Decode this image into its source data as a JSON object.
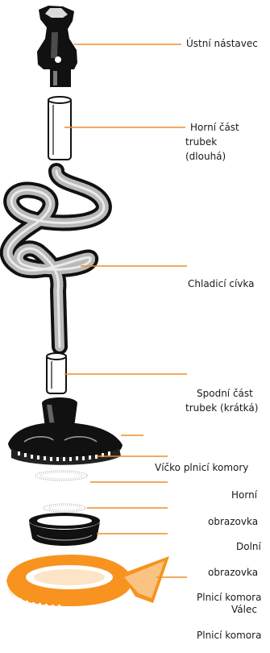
{
  "labels": {
    "mouthpiece": "Ústní nástavec",
    "upper_tube": [
      "Horní část",
      "trubek",
      "(dlouhá)"
    ],
    "cooling_coil": "Chladicí cívka",
    "lower_tube": [
      "Spodní část",
      "trubek (krátká)"
    ],
    "chamber_lid": "Víčko plnicí komory",
    "upper_screen": [
      "Horní",
      "obrazovka"
    ],
    "lower_screen": [
      "Dolní",
      "obrazovka"
    ],
    "filling_chamber": "Plnicí komora",
    "cylinder": "Válec",
    "filling_chamber_2": "Plnicí komora"
  },
  "colors": {
    "leader_line": "#F28C28",
    "part_black": "#111111",
    "part_orange": "#F7931E"
  }
}
